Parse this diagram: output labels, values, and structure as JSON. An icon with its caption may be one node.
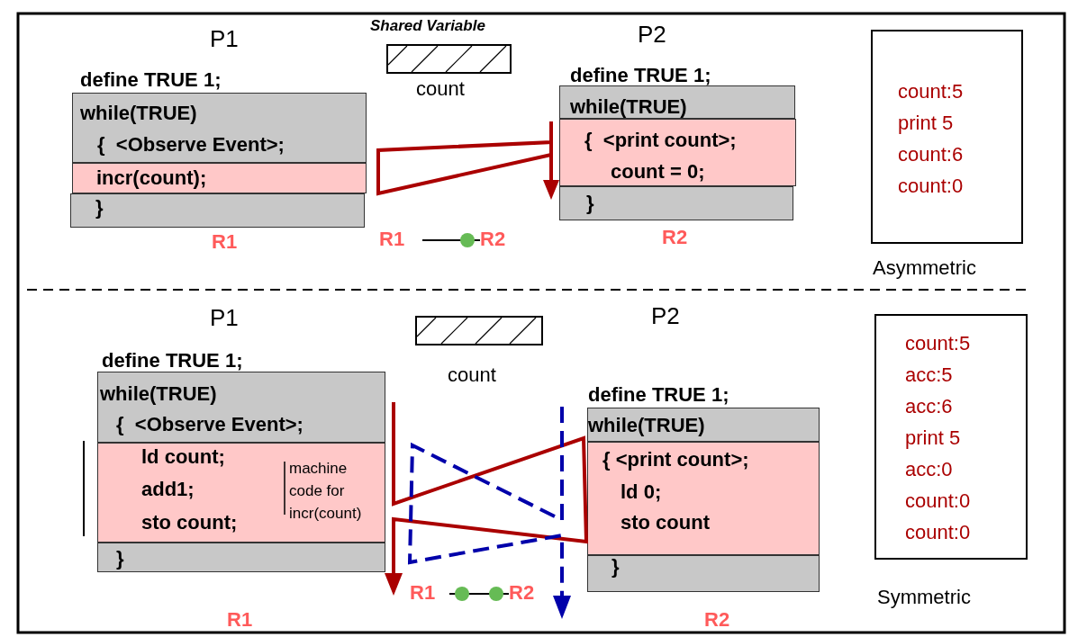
{
  "diagram": {
    "nodes": [
      {
        "text": [
          "define TRUE 1;",
          "while(TRUE)",
          "{  <Observe Event>;"
        ]
      },
      {
        "text": [
          "incr(count);"
        ]
      },
      {
        "text": [
          "}"
        ]
      },
      {
        "text": [
          "define TRUE 1;",
          "while(TRUE)"
        ]
      },
      {
        "text": [
          "{  <print count>;",
          "count = 0;"
        ]
      },
      {
        "text": [
          "}"
        ]
      },
      {
        "text": [
          "count:5",
          "print 5",
          "count:6",
          "count:0"
        ],
        "beside": [
          "Asymmetric"
        ]
      },
      {
        "text": [
          "R1"
        ]
      },
      {
        "text": [
          "R2"
        ]
      },
      {
        "text": [
          "define TRUE 1;",
          "while(TRUE)",
          "{  <Observe Event>;"
        ]
      },
      {
        "text": [
          "ld count;",
          "add1;",
          "sto count;",
          "machine code for incr(count)"
        ]
      },
      {
        "text": [
          "}"
        ]
      },
      {
        "text": [
          "define TRUE 1;",
          "while(TRUE)"
        ]
      },
      {
        "text": [
          "{ <print count>;",
          "ld 0;",
          "sto count"
        ]
      },
      {
        "text": [
          "}"
        ]
      },
      {
        "text": [
          "count:5",
          "acc:5",
          "acc:6",
          "print 5",
          "acc:0",
          "count:0",
          "count:0"
        ],
        "beside": [
          "Symmetric"
        ]
      },
      {
        "text": [
          "R1"
        ]
      },
      {
        "text": [
          "R2"
        ]
      }
    ],
    "edges": [
      {
        "from": 7,
        "to": 8,
        "arrow": "other"
      },
      {
        "from": 16,
        "to": 17,
        "arrow": "other"
      }
    ],
    "labels": [
      "P1",
      "Shared Variable",
      "P2",
      "count",
      "R1",
      "R2",
      "P1",
      "P2",
      "count",
      "R1",
      "R2"
    ]
  }
}
